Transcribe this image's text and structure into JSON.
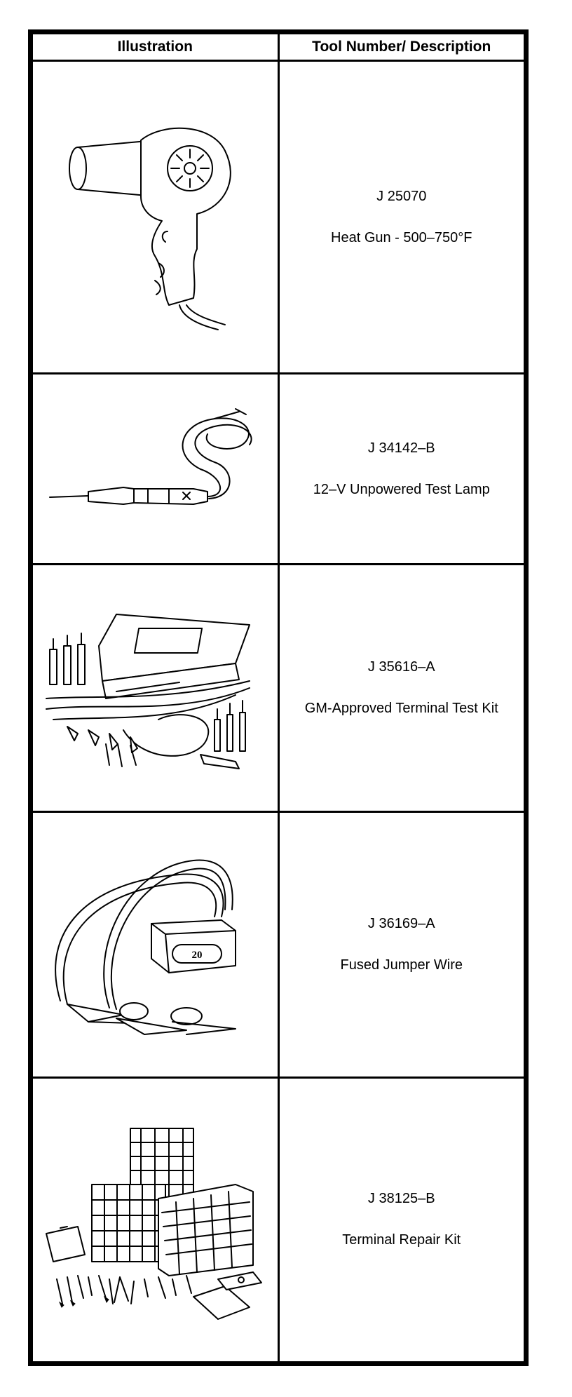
{
  "table": {
    "headers": {
      "illustration": "Illustration",
      "description": "Tool Number/ Description"
    },
    "rows": [
      {
        "tool_number": "J 25070",
        "description": "Heat Gun - 500–750°F",
        "icon": "heat-gun-icon"
      },
      {
        "tool_number": "J 34142–B",
        "description": "12–V Unpowered Test Lamp",
        "icon": "test-lamp-icon"
      },
      {
        "tool_number": "J 35616–A",
        "description": "GM-Approved Terminal Test Kit",
        "icon": "terminal-test-kit-icon"
      },
      {
        "tool_number": "J 36169–A",
        "description": "Fused Jumper Wire",
        "icon": "fused-jumper-wire-icon"
      },
      {
        "tool_number": "J 38125–B",
        "description": "Terminal Repair Kit",
        "icon": "terminal-repair-kit-icon"
      }
    ],
    "fuse_label": "20"
  }
}
